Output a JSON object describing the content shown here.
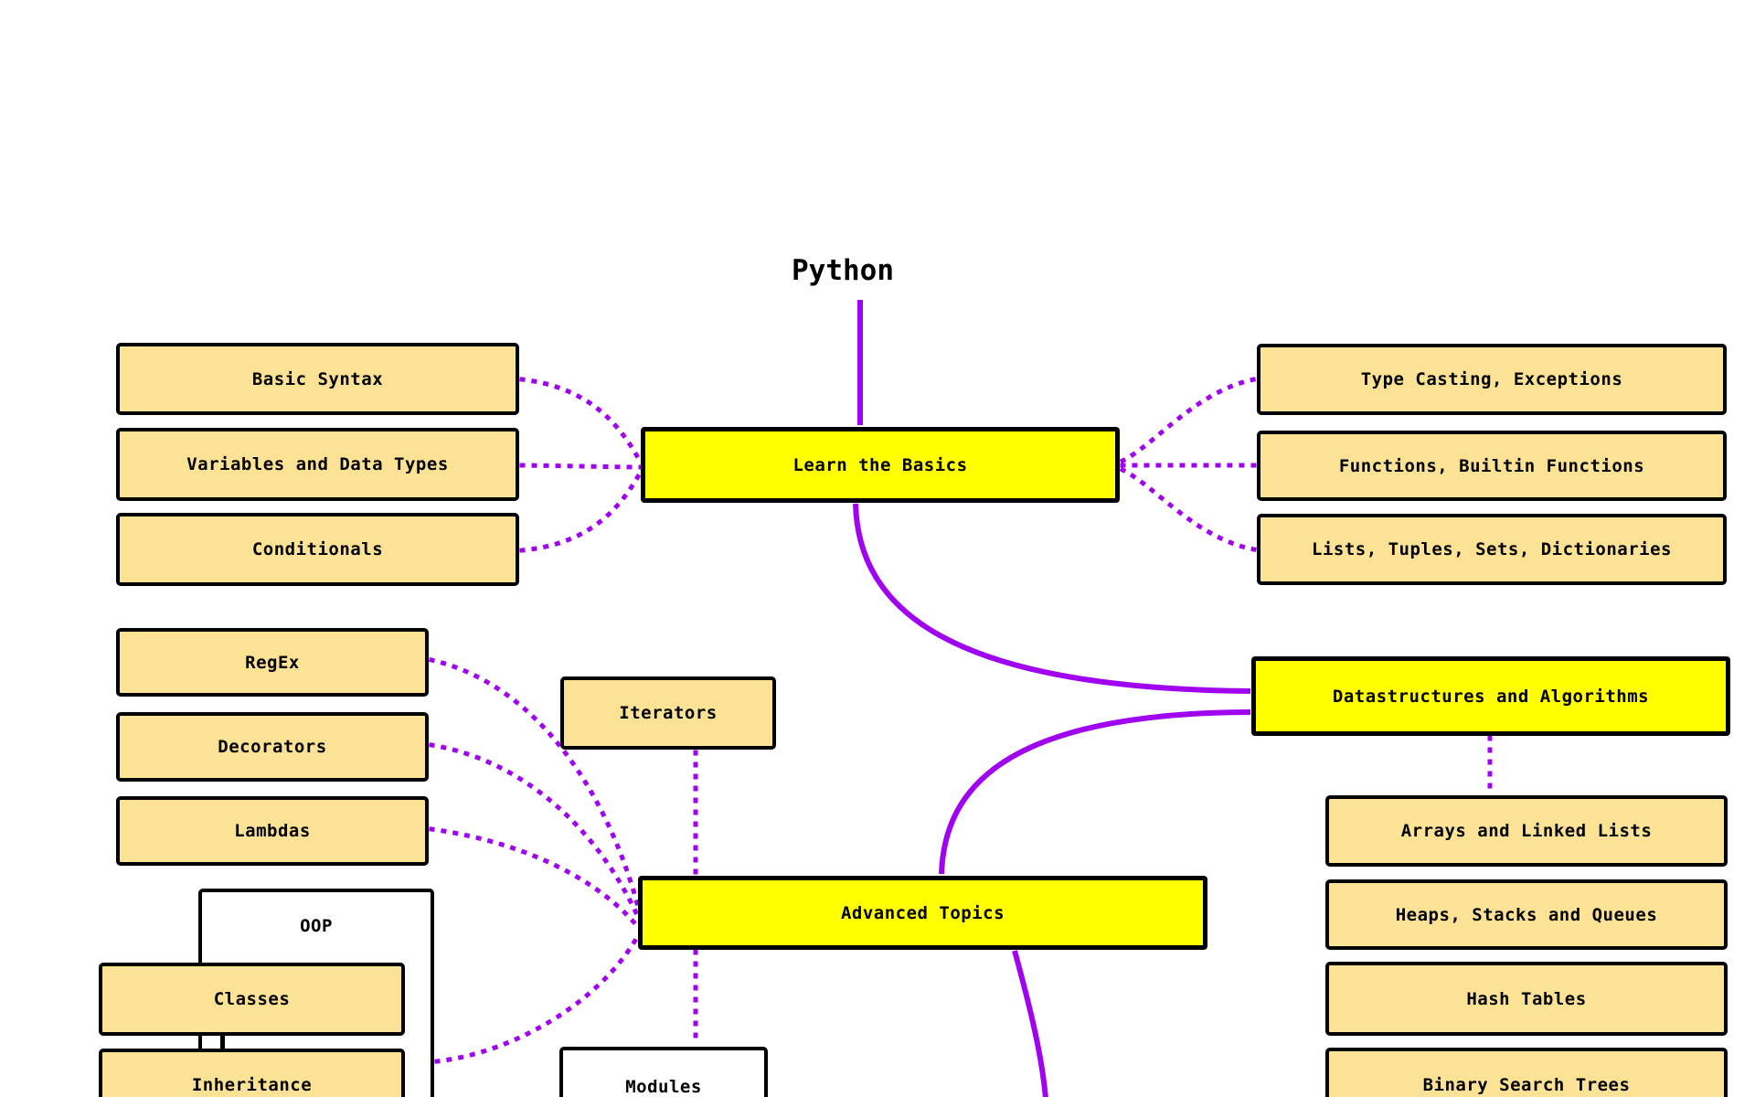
{
  "title": "Python",
  "colors": {
    "topic_fill": "#FFFF00",
    "subtopic_fill": "#FBE294",
    "plain_fill": "#FFFFFF",
    "edge": "#A003F0",
    "ink": "#000000"
  },
  "nodes": {
    "learn_basics": "Learn the Basics",
    "basic_syntax": "Basic Syntax",
    "variables": "Variables and Data Types",
    "conditionals": "Conditionals",
    "type_casting": "Type Casting, Exceptions",
    "functions": "Functions, Builtin Functions",
    "lists": "Lists, Tuples, Sets, Dictionaries",
    "regex": "RegEx",
    "decorators": "Decorators",
    "lambdas": "Lambdas",
    "iterators": "Iterators",
    "dsa": "Datastructures and Algorithms",
    "arrays": "Arrays and Linked Lists",
    "heaps": "Heaps, Stacks and Queues",
    "hash_tables": "Hash Tables",
    "bst": "Binary Search Trees",
    "advanced": "Advanced Topics",
    "oop": "OOP",
    "classes": "Classes",
    "inheritance": "Inheritance",
    "modules": "Modules"
  },
  "edges": [
    {
      "from": "python",
      "to": "learn_basics",
      "style": "solid"
    },
    {
      "from": "basic_syntax",
      "to": "learn_basics",
      "style": "dotted"
    },
    {
      "from": "variables",
      "to": "learn_basics",
      "style": "dotted"
    },
    {
      "from": "conditionals",
      "to": "learn_basics",
      "style": "dotted"
    },
    {
      "from": "learn_basics",
      "to": "type_casting",
      "style": "dotted"
    },
    {
      "from": "learn_basics",
      "to": "functions",
      "style": "dotted"
    },
    {
      "from": "learn_basics",
      "to": "lists",
      "style": "dotted"
    },
    {
      "from": "learn_basics",
      "to": "dsa",
      "style": "solid"
    },
    {
      "from": "advanced",
      "to": "dsa",
      "style": "solid"
    },
    {
      "from": "advanced",
      "to": "south",
      "style": "solid"
    },
    {
      "from": "dsa",
      "to": "arrays",
      "style": "dotted"
    },
    {
      "from": "regex",
      "to": "advanced",
      "style": "dotted"
    },
    {
      "from": "decorators",
      "to": "advanced",
      "style": "dotted"
    },
    {
      "from": "lambdas",
      "to": "advanced",
      "style": "dotted"
    },
    {
      "from": "oop",
      "to": "advanced",
      "style": "dotted"
    },
    {
      "from": "iterators",
      "to": "advanced",
      "style": "dotted"
    },
    {
      "from": "advanced",
      "to": "modules",
      "style": "dotted"
    }
  ]
}
